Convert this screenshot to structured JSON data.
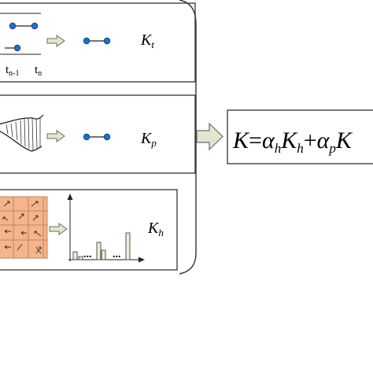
{
  "panels": [
    {
      "kernel_symbol": "K",
      "kernel_subscript": "t",
      "axis_label_left": "t",
      "axis_label_left_sub": "n-1",
      "axis_label_right": "t",
      "axis_label_right_sub": "n"
    },
    {
      "kernel_symbol": "K",
      "kernel_subscript": "p"
    },
    {
      "kernel_symbol": "K",
      "kernel_subscript": "h",
      "histogram_gap_label_1": "...",
      "histogram_gap_label_2": "...",
      "histogram_values": [
        0.25,
        0.1,
        0.55,
        0.3,
        0.85
      ]
    }
  ],
  "formula": {
    "lhs": "K",
    "equals": "=",
    "term1_coef": "α",
    "term1_coef_sub": "h",
    "term1_kernel": "K",
    "term1_kernel_sub": "h",
    "plus": "+",
    "term2_coef": "α",
    "term2_coef_sub": "p",
    "term2_kernel": "K"
  },
  "colors": {
    "node_fill": "#1f6fc5",
    "node_stroke": "#0c3d78",
    "grid_fill": "#f4b48c",
    "grid_line": "#c9805a",
    "arrow_fill": "#dfe8cc",
    "arrow_stroke": "#6b6b6b",
    "bar_fill": "#e9eed8"
  }
}
